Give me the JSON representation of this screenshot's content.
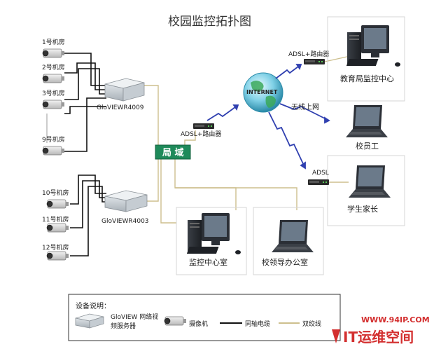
{
  "title": "校园监控拓扑图",
  "cameras_top": [
    "1号机房",
    "2号机房",
    "3号机房",
    "9号机房"
  ],
  "cameras_bottom": [
    "10号机房",
    "11号机房",
    "12号机房"
  ],
  "dvr_top": "GloVIEWR4009",
  "dvr_bottom": "GloVIEWR4003",
  "lan": "局 域",
  "adsl_router_left": "ADSL+路由器",
  "adsl_router_top": "ADSL+路由器",
  "internet": "INTERNET",
  "wireless": "无线上网",
  "adsl_bottom": "ADSL",
  "nodes": {
    "edu_center": "教育局监控中心",
    "staff": "校员工",
    "parents": "学生家长",
    "monitor_room": "监控中心室",
    "leader_office": "校领导办公室"
  },
  "legend": {
    "title": "设备说明：",
    "dvr_label_1": "GloVIEW 网络视",
    "dvr_label_2": "频服务器",
    "camera_label": "摄像机",
    "coax_label": "同轴电缆",
    "twisted_label": "双绞线"
  },
  "watermark": {
    "url": "WWW.94IP.COM",
    "brand": "IT运维空间"
  },
  "colors": {
    "lan": "#1e8a5a",
    "twisted": "#cdbf8e",
    "coax": "#111111",
    "lightning": "#3040b0",
    "watermark": "#d32f2f"
  }
}
